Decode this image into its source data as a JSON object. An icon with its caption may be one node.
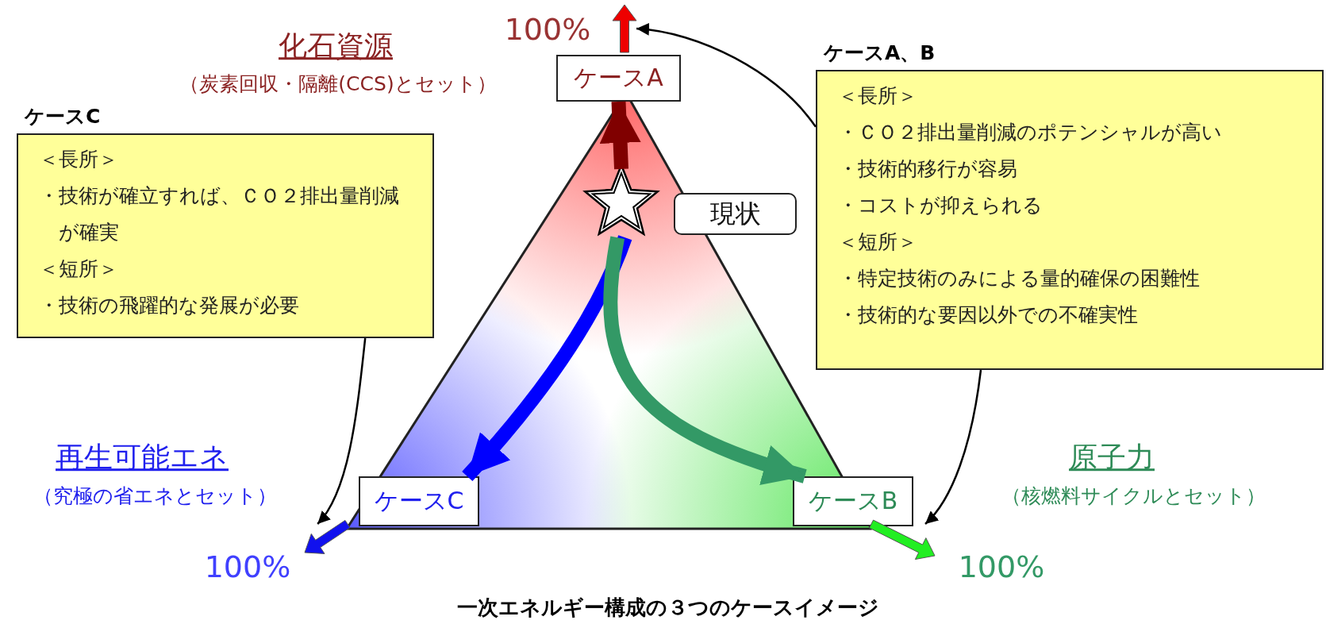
{
  "diagram": {
    "caption": "一次エネルギー構成の３つのケースイメージ",
    "nodes": [
      {
        "text": [
          "ケースA"
        ]
      },
      {
        "text": [
          "ケースC"
        ]
      },
      {
        "text": [
          "ケースB"
        ]
      },
      {
        "text": [
          "現状"
        ]
      },
      {
        "text": [],
        "shape": "star"
      },
      {
        "text": [
          "ケースC",
          "＜長所＞",
          "・技術が確立すれば、ＣＯ２排出量削減が確実",
          "＜短所＞",
          "・技術の飛躍的な発展が必要"
        ]
      },
      {
        "text": [
          "ケースA、B",
          "＜長所＞",
          "・ＣＯ２排出量削減のポテンシャルが高い",
          "・技術的移行が容易",
          "・コストが抑えられる",
          "＜短所＞",
          "・特定技術のみによる量的確保の困難性",
          "・技術的な要因以外での不確実性"
        ]
      },
      {
        "text": [],
        "shape": "arrow"
      },
      {
        "text": [],
        "shape": "arrow"
      },
      {
        "text": [],
        "shape": "arrow"
      }
    ],
    "edges": [
      {
        "from": 4,
        "to": 0,
        "arrow": "to",
        "style": "thick",
        "color": "#800000"
      },
      {
        "from": 4,
        "to": 1,
        "arrow": "to",
        "style": "thick",
        "color": "#0000ff"
      },
      {
        "from": 4,
        "to": 2,
        "arrow": "to",
        "style": "thick",
        "color": "#339966"
      },
      {
        "from": 5,
        "to": 8,
        "arrow": "to"
      },
      {
        "from": 6,
        "to": 7,
        "arrow": "to"
      },
      {
        "from": 6,
        "to": 9,
        "arrow": "to"
      }
    ],
    "labels": [
      "化石資源",
      "（炭素回収・隔離(CCS)とセット）",
      "100%",
      "再生可能エネ",
      "（究極の省エネとセット）",
      "100%",
      "原子力",
      "（核燃料サイクルとセット）",
      "100%"
    ]
  }
}
